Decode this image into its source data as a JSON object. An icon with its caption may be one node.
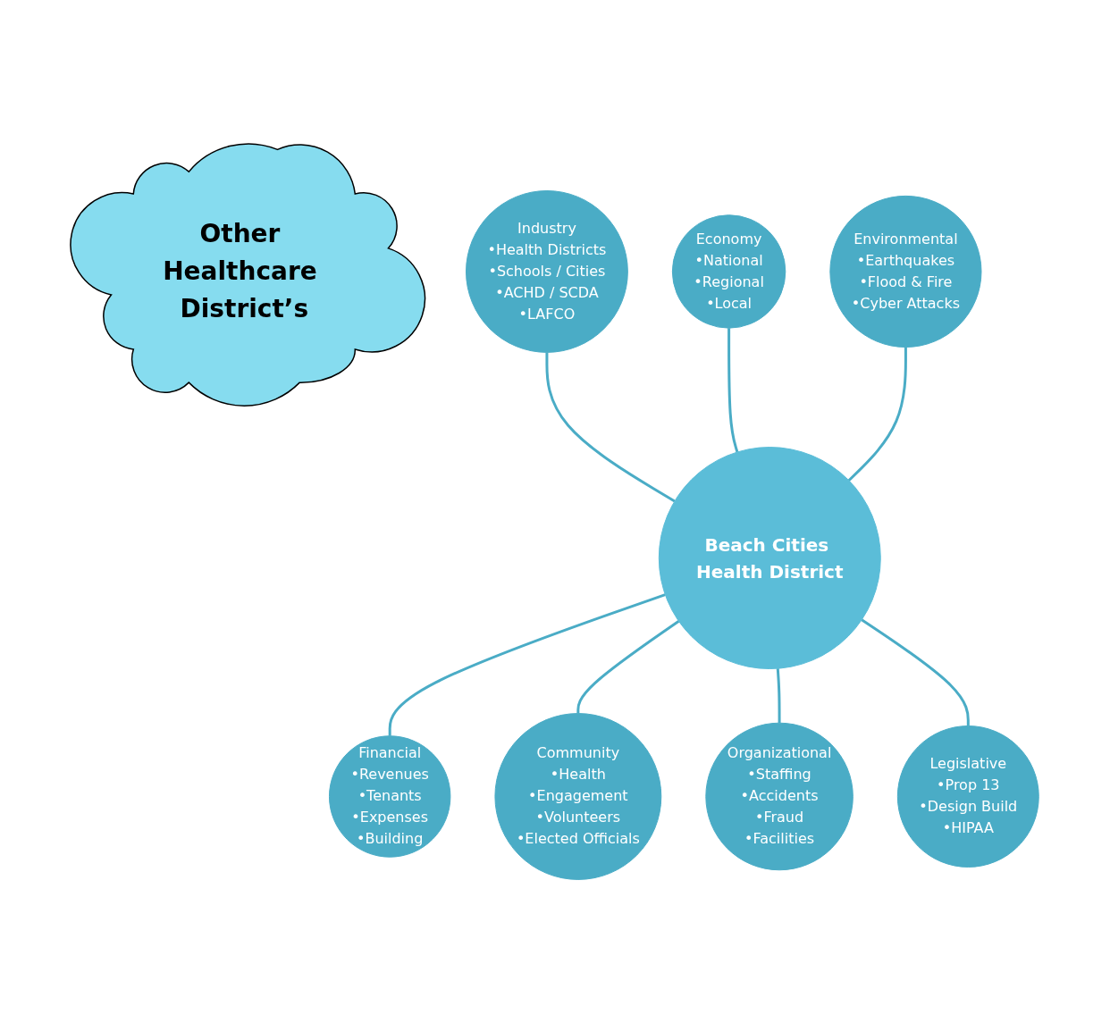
{
  "diagram": {
    "nodes": [
      {
        "text": [
          "Other Healthcare District’s"
        ]
      },
      {
        "text": [
          "Industry",
          "•Health Districts",
          "•Schools / Cities",
          "•ACHD / SCDA",
          "•LAFCO"
        ]
      },
      {
        "text": [
          "Economy",
          "•National",
          "•Regional",
          "•Local"
        ]
      },
      {
        "text": [
          "Environmental",
          "•Earthquakes",
          "•Flood & Fire",
          "•Cyber Attacks"
        ]
      },
      {
        "text": [
          "Beach Cities Health District"
        ]
      },
      {
        "text": [
          "Financial",
          "•Revenues",
          "•Tenants",
          "•Expenses",
          "•Building"
        ]
      },
      {
        "text": [
          "Community",
          "•Health",
          "•Engagement",
          "•Volunteers",
          "•Elected Officials"
        ]
      },
      {
        "text": [
          "Organizational",
          "•Staffing",
          "•Accidents",
          "•Fraud",
          "•Facilities"
        ]
      },
      {
        "text": [
          "Legislative",
          "•Prop 13",
          "•Design Build",
          "•HIPAA"
        ]
      }
    ],
    "edges": [
      {
        "from": 1,
        "to": 4,
        "arrow": "none"
      },
      {
        "from": 2,
        "to": 4,
        "arrow": "none"
      },
      {
        "from": 3,
        "to": 4,
        "arrow": "none"
      },
      {
        "from": 4,
        "to": 5,
        "arrow": "none"
      },
      {
        "from": 4,
        "to": 6,
        "arrow": "none"
      },
      {
        "from": 4,
        "to": 7,
        "arrow": "none"
      },
      {
        "from": 4,
        "to": 8,
        "arrow": "none"
      }
    ]
  }
}
